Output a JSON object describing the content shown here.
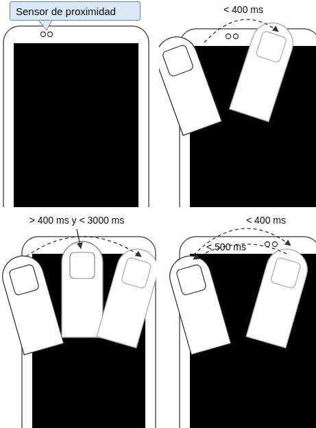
{
  "diagram": {
    "nodes": [
      {
        "text": [
          "Sensor de proximidad"
        ]
      }
    ],
    "labels": [
      "< 400 ms",
      "> 400 ms y < 3000 ms",
      "< 400 ms",
      "< 500 ms"
    ]
  }
}
